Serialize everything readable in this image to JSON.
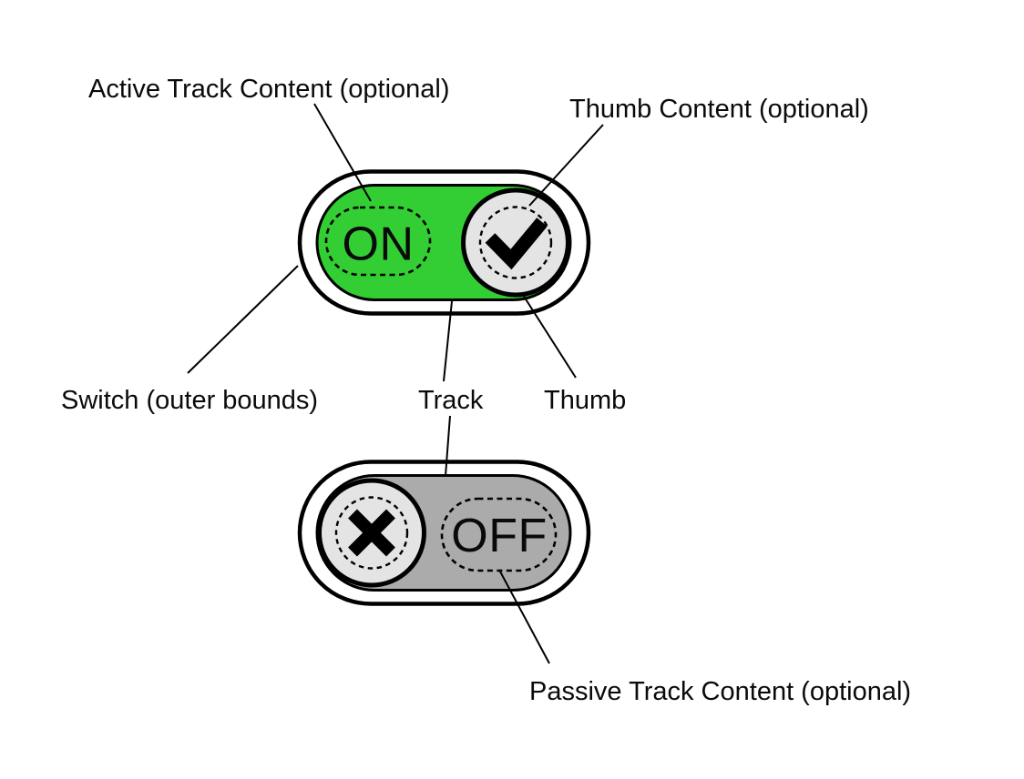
{
  "diagram": {
    "subject": "switch-component-anatomy",
    "states_shown": [
      "on",
      "off"
    ]
  },
  "labels": {
    "active_track_content": "Active Track Content (optional)",
    "thumb_content": "Thumb Content (optional)",
    "switch_outer_bounds": "Switch (outer bounds)",
    "track": "Track",
    "thumb": "Thumb",
    "passive_track_content": "Passive Track Content (optional)"
  },
  "switch_on": {
    "track_label": "ON",
    "thumb_icon": "check-icon"
  },
  "switch_off": {
    "track_label": "OFF",
    "thumb_icon": "x-icon"
  },
  "colors": {
    "active_track": "#33CE33",
    "passive_track": "#ABABAB",
    "thumb_fill": "#E4E4E4",
    "outline": "#000000",
    "label_text": "#0A0A0A",
    "background": "#FFFFFF"
  }
}
